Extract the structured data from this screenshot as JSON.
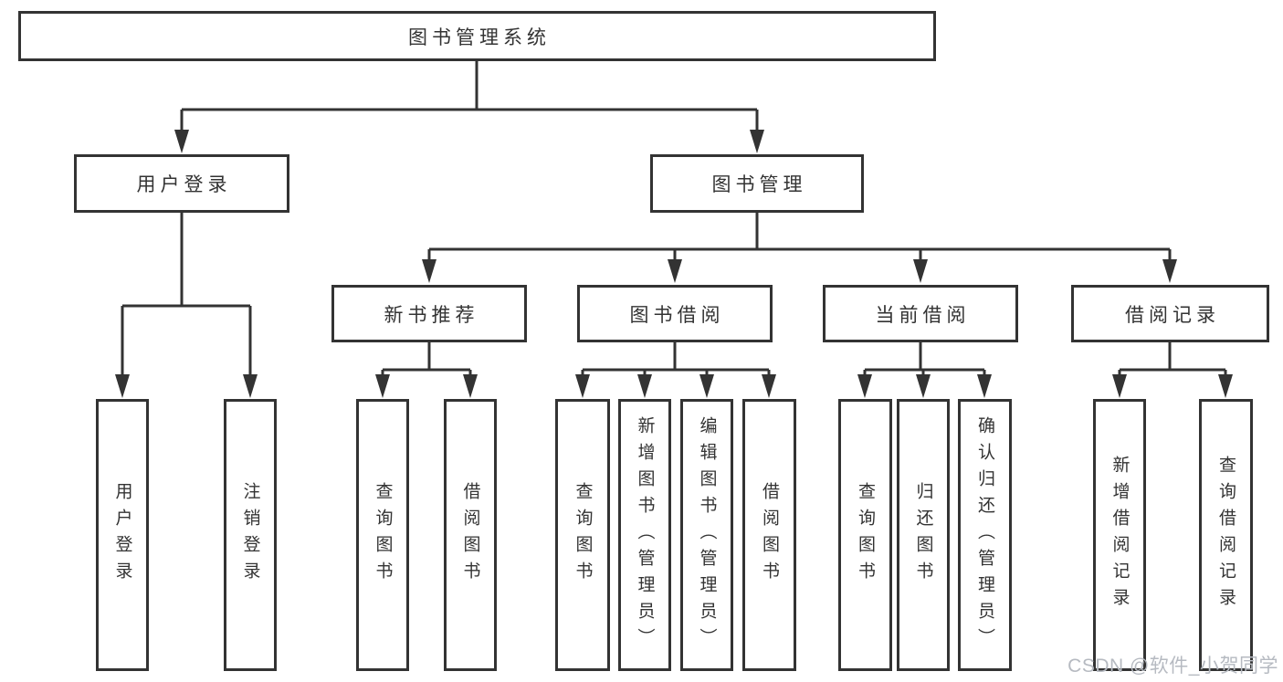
{
  "diagram_type": "hierarchy-tree",
  "title": "图书管理系统",
  "colors": {
    "line": "#333333",
    "box_border": "#333333",
    "box_background": "#ffffff",
    "text": "#333333",
    "watermark": "#b6bac1"
  },
  "nodes": {
    "root": {
      "label": "图书管理系统"
    },
    "user_login": {
      "label": "用户登录",
      "parent": "root"
    },
    "book_mgmt": {
      "label": "图书管理",
      "parent": "root"
    },
    "new_book_rec": {
      "label": "新书推荐",
      "parent": "book_mgmt"
    },
    "book_borrow": {
      "label": "图书借阅",
      "parent": "book_mgmt"
    },
    "current_borrow": {
      "label": "当前借阅",
      "parent": "book_mgmt"
    },
    "borrow_record": {
      "label": "借阅记录",
      "parent": "book_mgmt"
    }
  },
  "leaves": [
    {
      "parent": "user_login",
      "label": "用户登录"
    },
    {
      "parent": "user_login",
      "label": "注销登录"
    },
    {
      "parent": "new_book_rec",
      "label": "查询图书"
    },
    {
      "parent": "new_book_rec",
      "label": "借阅图书"
    },
    {
      "parent": "book_borrow",
      "label": "查询图书"
    },
    {
      "parent": "book_borrow",
      "label": "新增图书（管理员）"
    },
    {
      "parent": "book_borrow",
      "label": "编辑图书（管理员）"
    },
    {
      "parent": "book_borrow",
      "label": "借阅图书"
    },
    {
      "parent": "current_borrow",
      "label": "查询图书"
    },
    {
      "parent": "current_borrow",
      "label": "归还图书"
    },
    {
      "parent": "current_borrow",
      "label": "确认归还（管理员）"
    },
    {
      "parent": "borrow_record",
      "label": "新增借阅记录"
    },
    {
      "parent": "borrow_record",
      "label": "查询借阅记录"
    }
  ],
  "watermark": {
    "text": "CSDN @软件_小贺同学"
  }
}
